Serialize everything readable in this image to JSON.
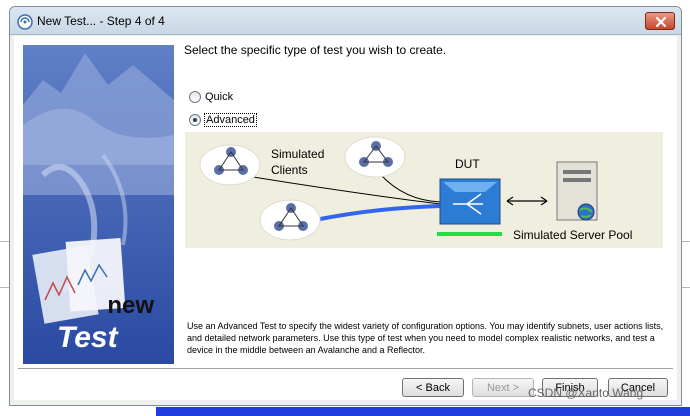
{
  "window": {
    "title": "New Test... - Step 4 of 4"
  },
  "banner": {
    "word_new": "new",
    "word_test": "Test"
  },
  "instruction": "Select the specific type of test you wish to create.",
  "options": {
    "quick": {
      "label": "Quick",
      "checked": false
    },
    "advanced": {
      "label": "Advanced",
      "checked": true
    }
  },
  "diagram": {
    "clients_label": "Simulated\nClients",
    "dut_label": "DUT",
    "server_pool_label": "Simulated Server Pool",
    "colors": {
      "dut_blue": "#2c7bd4",
      "dut_bar_green": "#22dd44",
      "link_blue": "#3366ee"
    }
  },
  "description": "Use an Advanced Test to specify the widest variety of configuration options.  You may identify subnets, user actions lists, and detailed network parameters.  Use this type of test when you need to model complex realistic networks, and test a device in the middle between an Avalanche and a Reflector.",
  "buttons": {
    "back": "< Back",
    "next": "Next >",
    "finish": "Finish",
    "cancel": "Cancel"
  },
  "watermark": "CSDN @Xanto Wang"
}
